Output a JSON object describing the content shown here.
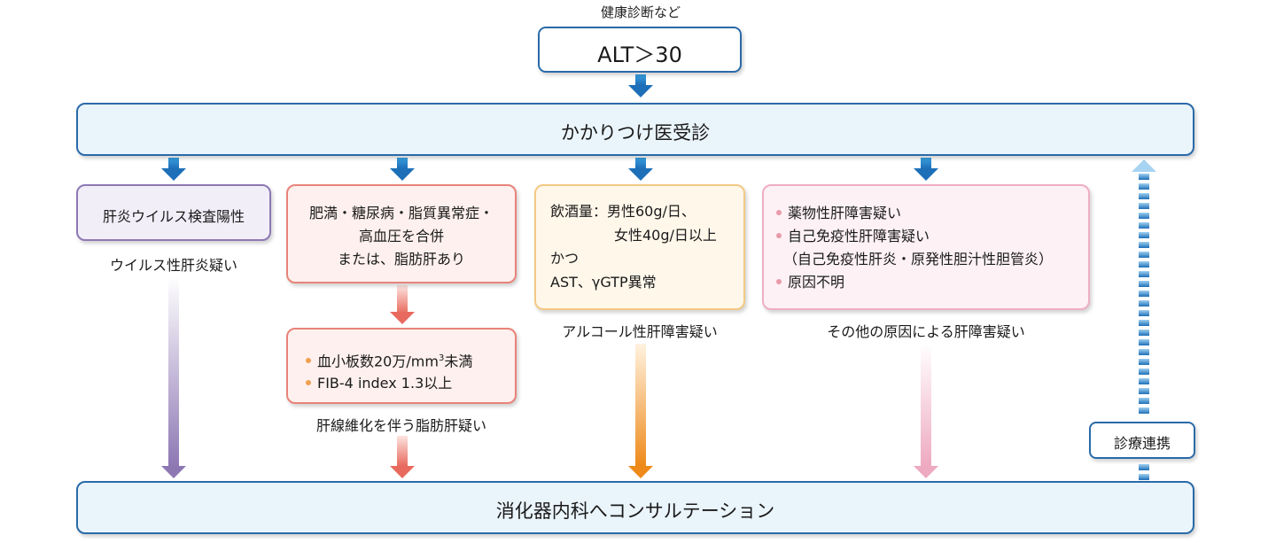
{
  "top_label": "健康診断など",
  "alt_box": "ALT＞30",
  "primary_care": "かかりつけ医受診",
  "col1": {
    "box": "肝炎ウイルス検査陽性",
    "result": "ウイルス性肝炎疑い"
  },
  "col2": {
    "box_lines": [
      "肥満・糖尿病・脂質異常症・",
      "高血圧を合併",
      "または、脂肪肝あり"
    ],
    "sub_items": [
      "血小板数20万/mm",
      "未満"
    ],
    "sub_sup": "3",
    "sub_item2": "FIB-4 index 1.3以上",
    "result": "肝線維化を伴う脂肪肝疑い"
  },
  "col3": {
    "box_lines": [
      "飲酒量：男性60g/日、",
      "女性40g/日以上",
      "かつ",
      "AST、γGTP異常"
    ],
    "result": "アルコール性肝障害疑い"
  },
  "col4": {
    "items": [
      "薬物性肝障害疑い",
      "自己免疫性肝障害疑い"
    ],
    "paren": "（自己免疫性肝炎・原発性胆汁性胆管炎）",
    "item3": "原因不明",
    "result": "その他の原因による肝障害疑い"
  },
  "cooperation": "診療連携",
  "consult": "消化器内科へコンサルテーション",
  "colors": {
    "blue_border": "#2a6aa8",
    "blue_fill": "#eaf4fb",
    "purple": "#8e78b4",
    "salmon": "#e8837a",
    "orange": "#f0a050",
    "pink": "#e8a4b8",
    "arrow_blue": "#2d8bd0"
  }
}
